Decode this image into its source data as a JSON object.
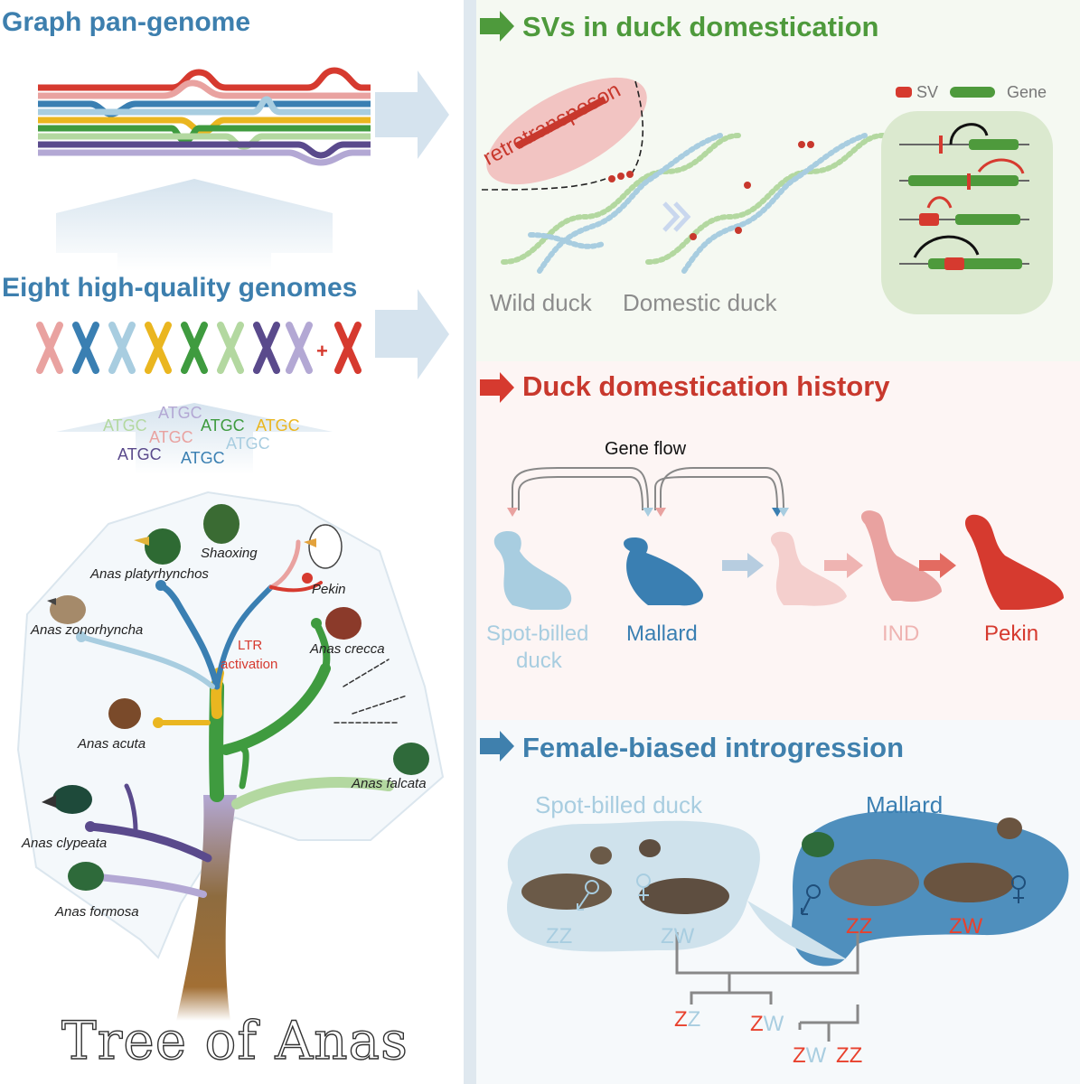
{
  "left": {
    "title_pangenome": "Graph pan-genome",
    "title_genomes": "Eight high-quality genomes",
    "plus_sign": "+",
    "atgc": [
      "ATGC",
      "ATGC",
      "ATGC",
      "ATGC",
      "ATGC",
      "ATGC",
      "ATGC",
      "ATGC"
    ],
    "species": {
      "shaoxing": "Shaoxing",
      "platyrhynchos": "Anas platyrhynchos",
      "pekin": "Pekin",
      "zonorhyncha": "Anas zonorhyncha",
      "crecca": "Anas crecca",
      "acuta": "Anas acuta",
      "falcata": "Anas falcata",
      "clypeata": "Anas clypeata",
      "formosa": "Anas formosa"
    },
    "ltr_line1": "LTR",
    "ltr_line2": "activation",
    "tree_title": "Tree of Anas"
  },
  "sv_panel": {
    "title": "SVs in duck domestication",
    "retrotransposon": "retrotransposon",
    "wild_duck": "Wild duck",
    "domestic_duck": "Domestic duck",
    "legend_sv": "SV",
    "legend_gene": "Gene"
  },
  "history_panel": {
    "title": "Duck domestication history",
    "gene_flow": "Gene flow",
    "spotbilled_line1": "Spot-billed",
    "spotbilled_line2": "duck",
    "mallard": "Mallard",
    "ind": "IND",
    "pekin": "Pekin"
  },
  "intro_panel": {
    "title": "Female-biased introgression",
    "spotbilled": "Spot-billed duck",
    "mallard": "Mallard",
    "male_symbol": "♂",
    "female_symbol": "♀",
    "zz": "ZZ",
    "zw": "ZW"
  },
  "colors": {
    "red": "#d63a2f",
    "pink": "#e9a2a0",
    "blue": "#3a7fb2",
    "lightblue": "#a8cde0",
    "yellow": "#eab620",
    "green": "#3f9b3f",
    "lightgreen": "#b3d8a0",
    "purple": "#5a4a8c",
    "lavender": "#b3a8d4",
    "gray_line": "#888888"
  }
}
